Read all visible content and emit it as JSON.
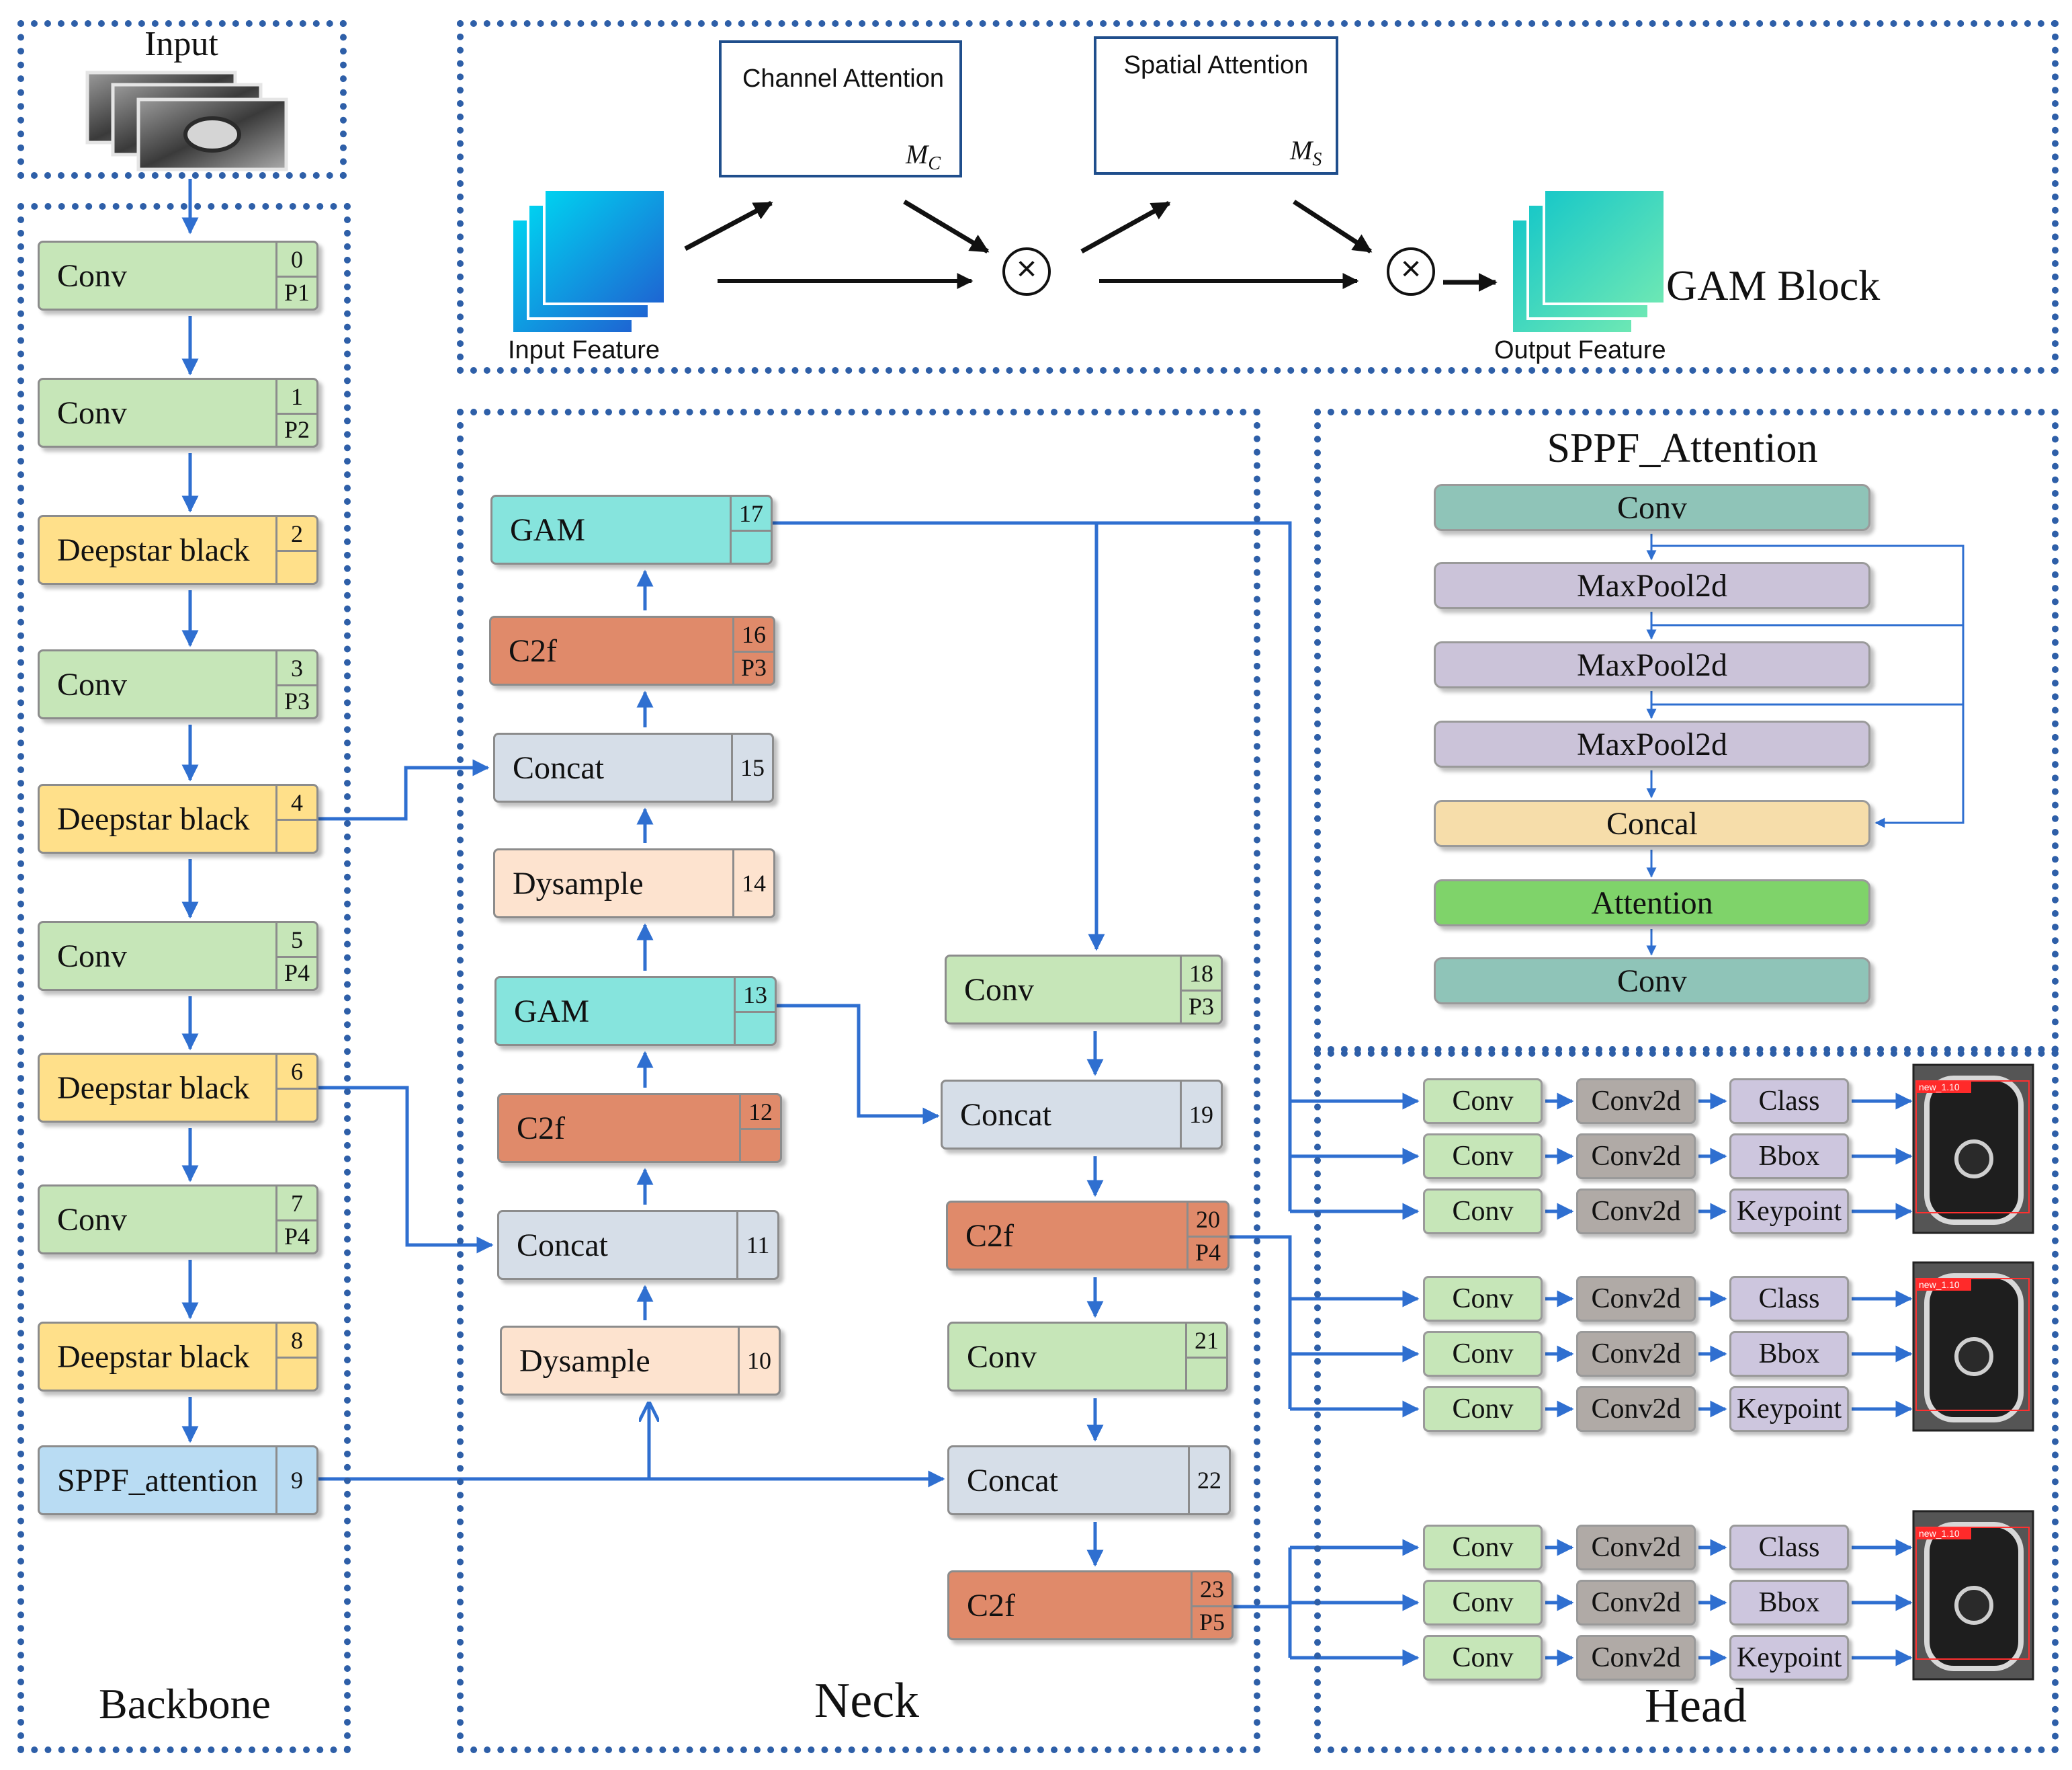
{
  "colors": {
    "border_dotted": "#2e5fa8",
    "arrow": "#2f6fd0",
    "conv": "#c6e6b8",
    "deepstar": "#ffe08a",
    "sppf": "#b9dcf3",
    "gam": "#86e4dd",
    "c2f": "#e08a6a",
    "concat": "#d6dee8",
    "dysample": "#fde3cf",
    "sppf_conv": "#8fc4b8",
    "maxpool": "#cbc3d9",
    "concal": "#f6ddaa",
    "attention": "#7fd36a",
    "conv2d": "#b0aaa6",
    "head_task": "#cdc6de"
  },
  "sections": {
    "input": "Input",
    "backbone": "Backbone",
    "neck": "Neck",
    "head": "Head",
    "gam_block": "GAM Block",
    "sppf_attention": "SPPF_Attention"
  },
  "backbone": [
    {
      "label": "Conv",
      "n": "0",
      "p": "P1",
      "kind": "conv"
    },
    {
      "label": "Conv",
      "n": "1",
      "p": "P2",
      "kind": "conv"
    },
    {
      "label": "Deepstar black",
      "n": "2",
      "p": "",
      "kind": "deepstar"
    },
    {
      "label": "Conv",
      "n": "3",
      "p": "P3",
      "kind": "conv"
    },
    {
      "label": "Deepstar black",
      "n": "4",
      "p": "",
      "kind": "deepstar"
    },
    {
      "label": "Conv",
      "n": "5",
      "p": "P4",
      "kind": "conv"
    },
    {
      "label": "Deepstar black",
      "n": "6",
      "p": "",
      "kind": "deepstar"
    },
    {
      "label": "Conv",
      "n": "7",
      "p": "P4",
      "kind": "conv"
    },
    {
      "label": "Deepstar black",
      "n": "8",
      "p": "",
      "kind": "deepstar"
    },
    {
      "label": "SPPF_attention",
      "n": "9",
      "p": null,
      "kind": "sppf"
    }
  ],
  "neck_left": [
    {
      "label": "GAM",
      "n": "17",
      "p": "",
      "kind": "gam"
    },
    {
      "label": "C2f",
      "n": "16",
      "p": "P3",
      "kind": "c2f"
    },
    {
      "label": "Concat",
      "n": "15",
      "p": null,
      "kind": "concat"
    },
    {
      "label": "Dysample",
      "n": "14",
      "p": null,
      "kind": "dysample"
    },
    {
      "label": "GAM",
      "n": "13",
      "p": "",
      "kind": "gam"
    },
    {
      "label": "C2f",
      "n": "12",
      "p": "",
      "kind": "c2f"
    },
    {
      "label": "Concat",
      "n": "11",
      "p": null,
      "kind": "concat"
    },
    {
      "label": "Dysample",
      "n": "10",
      "p": null,
      "kind": "dysample"
    }
  ],
  "neck_right": [
    {
      "label": "Conv",
      "n": "18",
      "p": "P3",
      "kind": "conv"
    },
    {
      "label": "Concat",
      "n": "19",
      "p": null,
      "kind": "concat"
    },
    {
      "label": "C2f",
      "n": "20",
      "p": "P4",
      "kind": "c2f"
    },
    {
      "label": "Conv",
      "n": "21",
      "p": "",
      "kind": "conv"
    },
    {
      "label": "Concat",
      "n": "22",
      "p": null,
      "kind": "concat"
    },
    {
      "label": "C2f",
      "n": "23",
      "p": "P5",
      "kind": "c2f"
    }
  ],
  "sppf": [
    {
      "label": "Conv",
      "kind": "sppf_conv"
    },
    {
      "label": "MaxPool2d",
      "kind": "maxpool"
    },
    {
      "label": "MaxPool2d",
      "kind": "maxpool"
    },
    {
      "label": "MaxPool2d",
      "kind": "maxpool"
    },
    {
      "label": "Concal",
      "kind": "concal"
    },
    {
      "label": "Attention",
      "kind": "attention"
    },
    {
      "label": "Conv",
      "kind": "sppf_conv"
    }
  ],
  "gam": {
    "channel_attention": "Channel Attention",
    "spatial_attention": "Spatial Attention",
    "mc_main": "M",
    "mc_sub": "C",
    "ms_main": "M",
    "ms_sub": "S",
    "input_feature": "Input Feature",
    "output_feature": "Output Feature",
    "multiply": "×"
  },
  "head": {
    "conv": "Conv",
    "conv2d": "Conv2d",
    "tasks": [
      "Class",
      "Bbox",
      "Keypoint"
    ],
    "image_tag": "new_1.10"
  }
}
